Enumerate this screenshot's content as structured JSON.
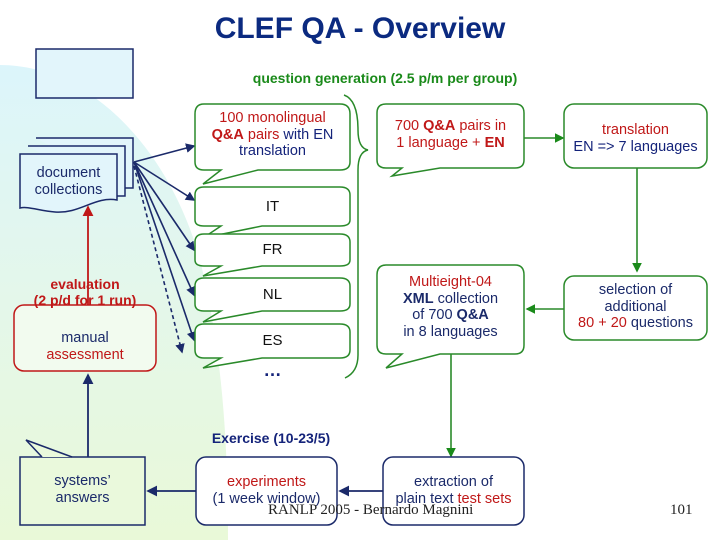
{
  "title": "CLEF QA - Overview",
  "sections": {
    "question_generation": "question generation (2.5 p/m per group)",
    "evaluation_line1": "evaluation",
    "evaluation_line2": "(2 p/d for 1 run)",
    "exercise": "Exercise (10-23/5)"
  },
  "nodes": {
    "document_collections": {
      "line1": "document",
      "line2": "collections"
    },
    "monolingual": {
      "line1": "100 monolingual",
      "line2a": "Q&A",
      "line2b": " pairs ",
      "line2c": "with EN",
      "line3": "translation"
    },
    "languages": [
      "IT",
      "FR",
      "NL",
      "ES"
    ],
    "languages_more": "…",
    "pairs_700": {
      "line1a": "700 ",
      "line1b": "Q&A",
      "line1c": " pairs in",
      "line2a": "1 language + ",
      "line2b": "EN"
    },
    "translation": {
      "line1": "translation",
      "line2": "EN => 7 languages"
    },
    "selection": {
      "line1": "selection of",
      "line2": "additional",
      "line3a": "80",
      "line3b": " + ",
      "line3c": "20",
      "line3d": " questions"
    },
    "multieight": {
      "line1": "Multieight-04",
      "line2a": "XML",
      "line2b": " collection",
      "line3a": "of 700 ",
      "line3b": "Q&A",
      "line4": "in 8 languages"
    },
    "manual_assessment": {
      "line1": "manual",
      "line2": "assessment"
    },
    "systems_answers": {
      "line1": "systems’",
      "line2": "answers"
    },
    "experiments": {
      "line1": "experiments",
      "line2": "(1 week window)"
    },
    "extraction": {
      "line1": "extraction of",
      "line2a": "plain text ",
      "line2b": "test sets"
    }
  },
  "footer": {
    "text": "RANLP 2005 - Bernardo Magnini",
    "page_number": "101"
  },
  "colors": {
    "title": "#0b2a80",
    "generation_green": "#1a8a1a",
    "evaluation_red": "#c01818",
    "exercise_navy": "#14237a",
    "bg_cyan": "#dff6fa",
    "bg_green": "#e8f8d8"
  }
}
